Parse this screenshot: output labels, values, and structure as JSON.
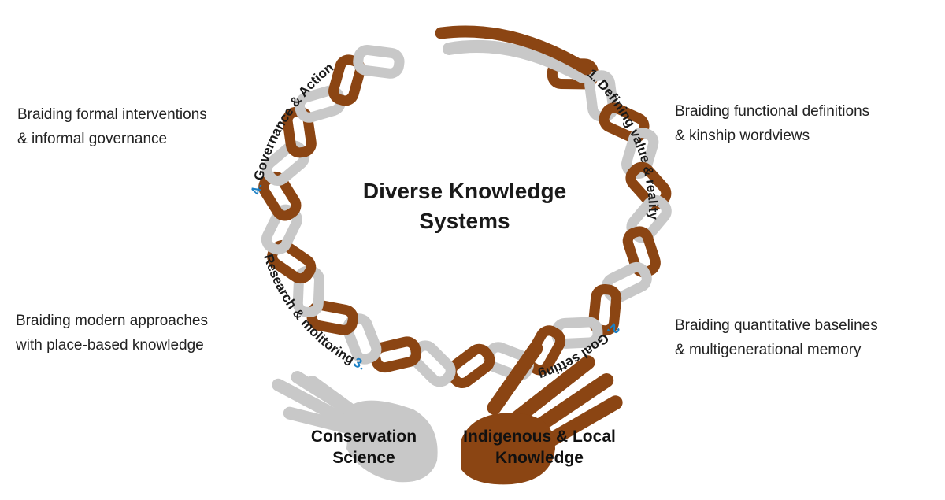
{
  "title": {
    "line1": "Diverse Knowledge",
    "line2": "Systems"
  },
  "stages": [
    {
      "number": "1.",
      "label": "Defining value & reality"
    },
    {
      "number": "2.",
      "label": "Goal setting"
    },
    {
      "number": "3.",
      "label": "Research & molitoring"
    },
    {
      "number": "4.",
      "label": "Governance & Action"
    }
  ],
  "descriptions": {
    "top_left": [
      "Braiding formal interventions",
      "& informal governance"
    ],
    "top_right": [
      "Braiding functional definitions",
      "& kinship wordviews"
    ],
    "bottom_left": [
      "Braiding modern approaches",
      "with place-based knowledge"
    ],
    "bottom_right": [
      "Braiding quantitative baselines",
      "& multigenerational memory"
    ]
  },
  "hands": {
    "left": {
      "line1": "Conservation",
      "line2": "Science"
    },
    "right": {
      "line1": "Indigenous & Local",
      "line2": "Knowledge"
    }
  },
  "colors": {
    "brown": "#8b4513",
    "gray": "#c8c8c8",
    "number_blue": "#1a7fc4",
    "text": "#1a1a1a"
  }
}
